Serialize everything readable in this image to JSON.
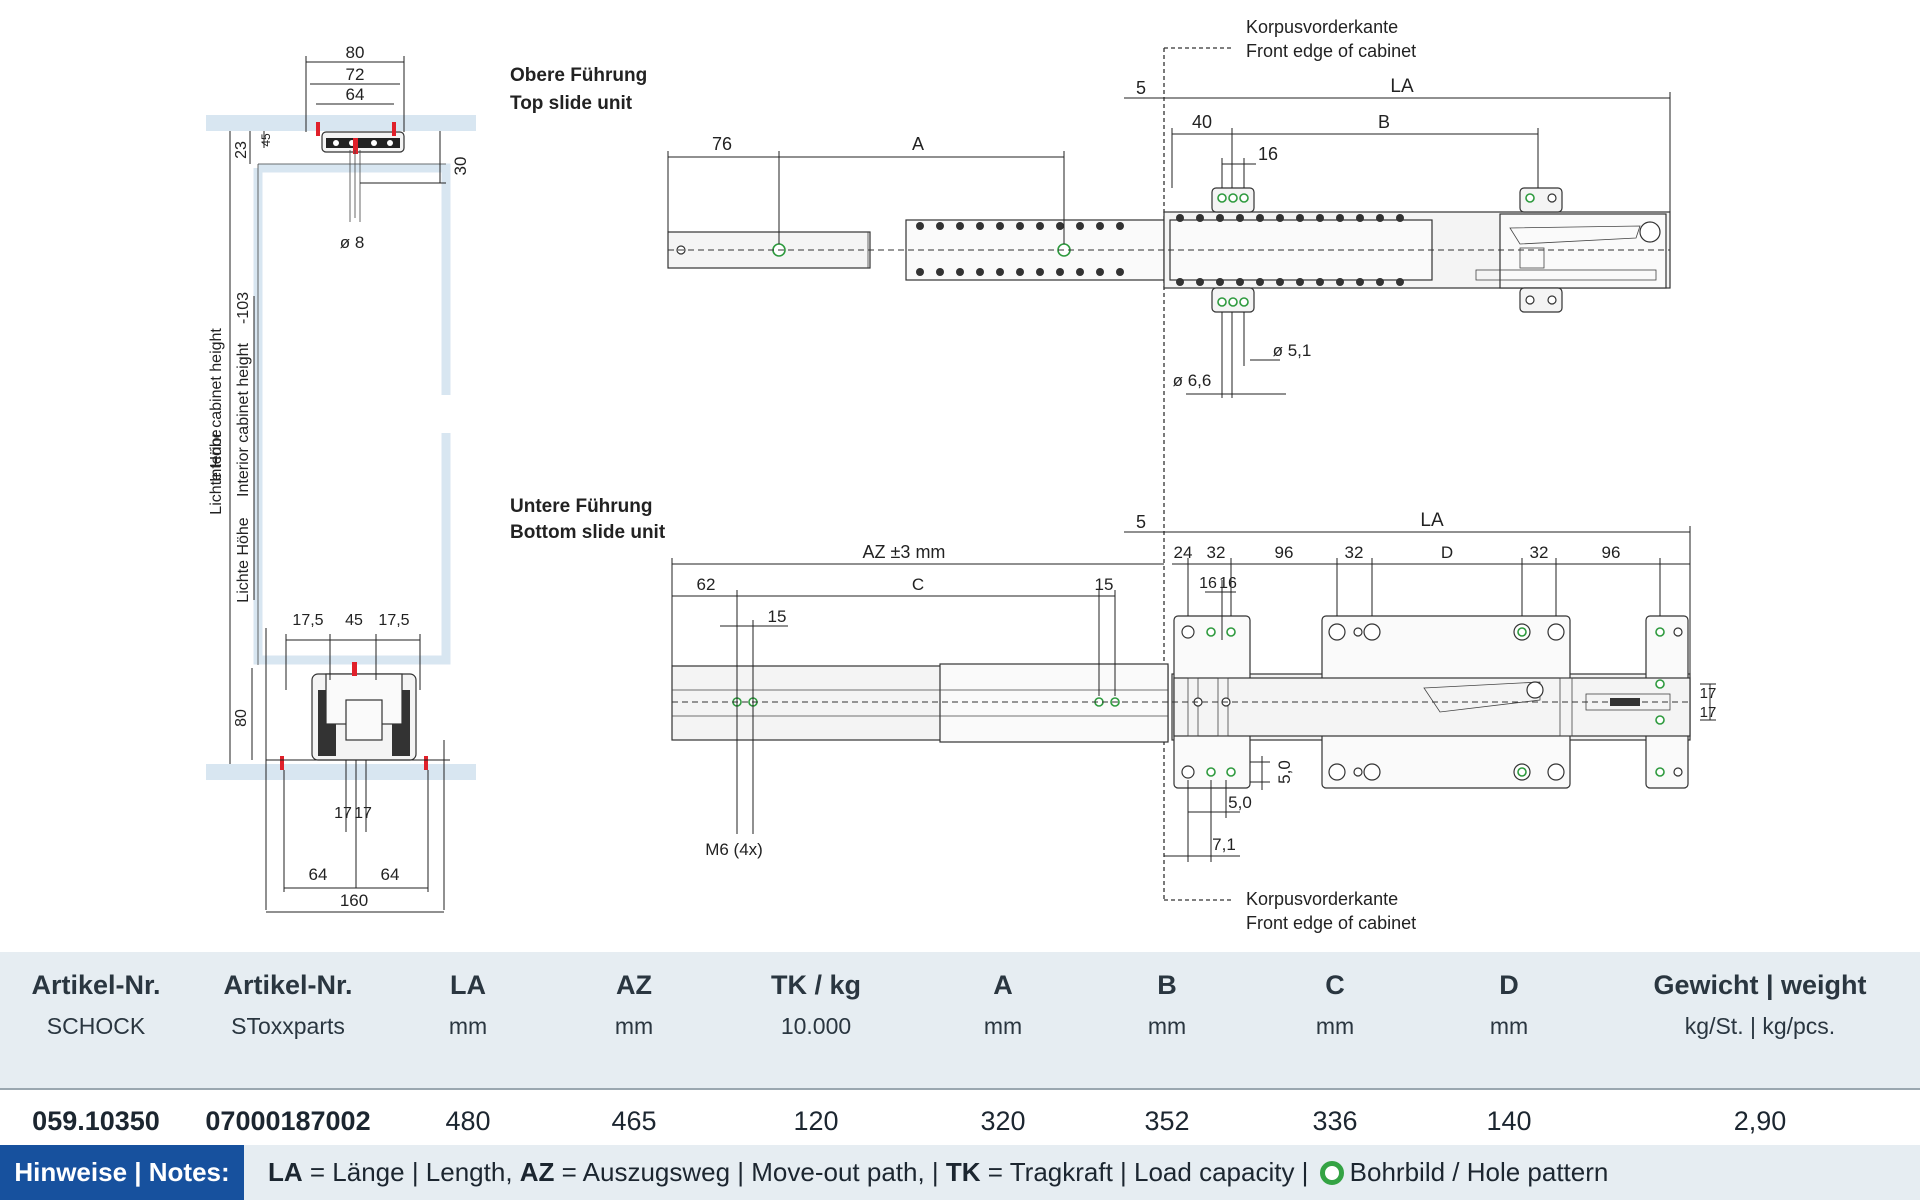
{
  "labels": {
    "top_unit_de": "Obere Führung",
    "top_unit_en": "Top slide unit",
    "bottom_unit_de": "Untere Führung",
    "bottom_unit_en": "Bottom slide unit",
    "cabinet_front_de": "Korpusvorderkante",
    "cabinet_front_en": "Front edge of cabinet",
    "interior_de_1": "Lichte Höhe",
    "interior_en_1": "Interior cabinet height",
    "interior_de_2": "Lichte Höhe",
    "interior_en_2": "Interior cabinet height",
    "minus_103": "-103",
    "m6": "M6 (4x)"
  },
  "dims": {
    "w80": "80",
    "w72": "72",
    "w64": "64",
    "d23": "23",
    "d45": "45",
    "d30": "30",
    "dia8": "ø 8",
    "d175a": "17,5",
    "d45b": "45",
    "d175b": "17,5",
    "d80v": "80",
    "d17a": "17",
    "d17b": "17",
    "d64a": "64",
    "d64b": "64",
    "d160": "160",
    "t5": "5",
    "tLA": "LA",
    "t40": "40",
    "tB": "B",
    "t16": "16",
    "t76": "76",
    "tA": "A",
    "dia51": "ø 5,1",
    "dia66": "ø 6,6",
    "b5": "5",
    "bLA": "LA",
    "bAZ": "AZ ±3 mm",
    "b24": "24",
    "b32a": "32",
    "b96a": "96",
    "b32b": "32",
    "bD": "D",
    "b32c": "32",
    "b96b": "96",
    "b62": "62",
    "bC": "C",
    "b15a": "15",
    "b15b": "15",
    "b16a": "16",
    "b16b": "16",
    "b17a": "17",
    "b17b": "17",
    "b50v": "5,0",
    "b50h": "5,0",
    "b71": "7,1"
  },
  "table": {
    "columns": [
      {
        "title": "Artikel-Nr.",
        "unit": "SCHOCK",
        "value": "059.10350"
      },
      {
        "title": "Artikel-Nr.",
        "unit": "SToxxparts",
        "value": "07000187002"
      },
      {
        "title": "LA",
        "unit": "mm",
        "value": "480"
      },
      {
        "title": "AZ",
        "unit": "mm",
        "value": "465"
      },
      {
        "title": "TK / kg",
        "unit": "10.000",
        "value": "120"
      },
      {
        "title": "A",
        "unit": "mm",
        "value": "320"
      },
      {
        "title": "B",
        "unit": "mm",
        "value": "352"
      },
      {
        "title": "C",
        "unit": "mm",
        "value": "336"
      },
      {
        "title": "D",
        "unit": "mm",
        "value": "140"
      },
      {
        "title": "Gewicht | weight",
        "unit": "kg/St. | kg/pcs.",
        "value": "2,90"
      }
    ]
  },
  "notes": {
    "label": "Hinweise | Notes:",
    "la_abbr": "LA",
    "la_text": " = Länge | Length, ",
    "az_abbr": "AZ",
    "az_text": " = Auszugsweg | Move-out path,  | ",
    "tk_abbr": "TK",
    "tk_text": " = Tragkraft | Load capacity | ",
    "hole_pattern": "Bohrbild / Hole pattern"
  },
  "colors": {
    "cabinet": "#d8e6f1",
    "accent_red": "#e0202a",
    "hole_green": "#2e9a3e",
    "notes_blue": "#17519e",
    "table_bg": "#e6edf2"
  }
}
